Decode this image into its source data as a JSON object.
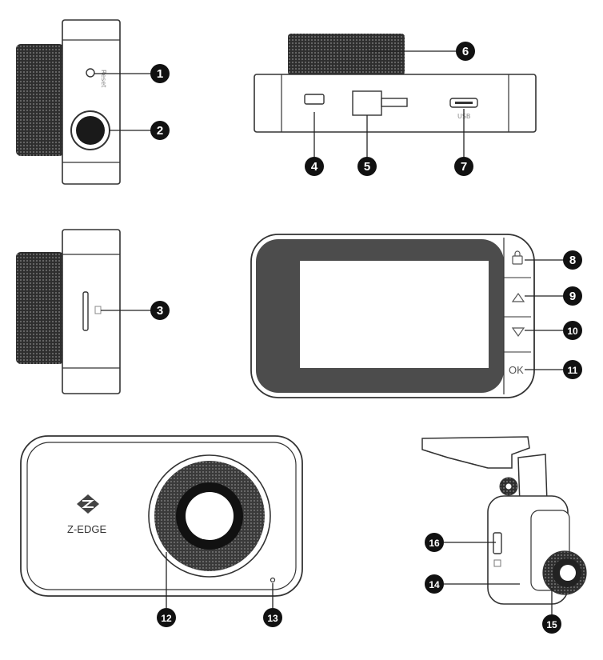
{
  "views": {
    "left_side": {
      "reset_label": "Reset"
    },
    "top": {
      "usb_label": "USB"
    },
    "back_buttons": {
      "ok_label": "OK"
    },
    "front": {
      "brand": "Z-EDGE"
    }
  },
  "callouts": [
    "1",
    "2",
    "3",
    "4",
    "5",
    "6",
    "7",
    "8",
    "9",
    "10",
    "11",
    "12",
    "13",
    "14",
    "15",
    "16"
  ],
  "colors": {
    "outline": "#333333",
    "screen": "#555555",
    "callout_fill": "#111111",
    "callout_text": "#ffffff"
  }
}
